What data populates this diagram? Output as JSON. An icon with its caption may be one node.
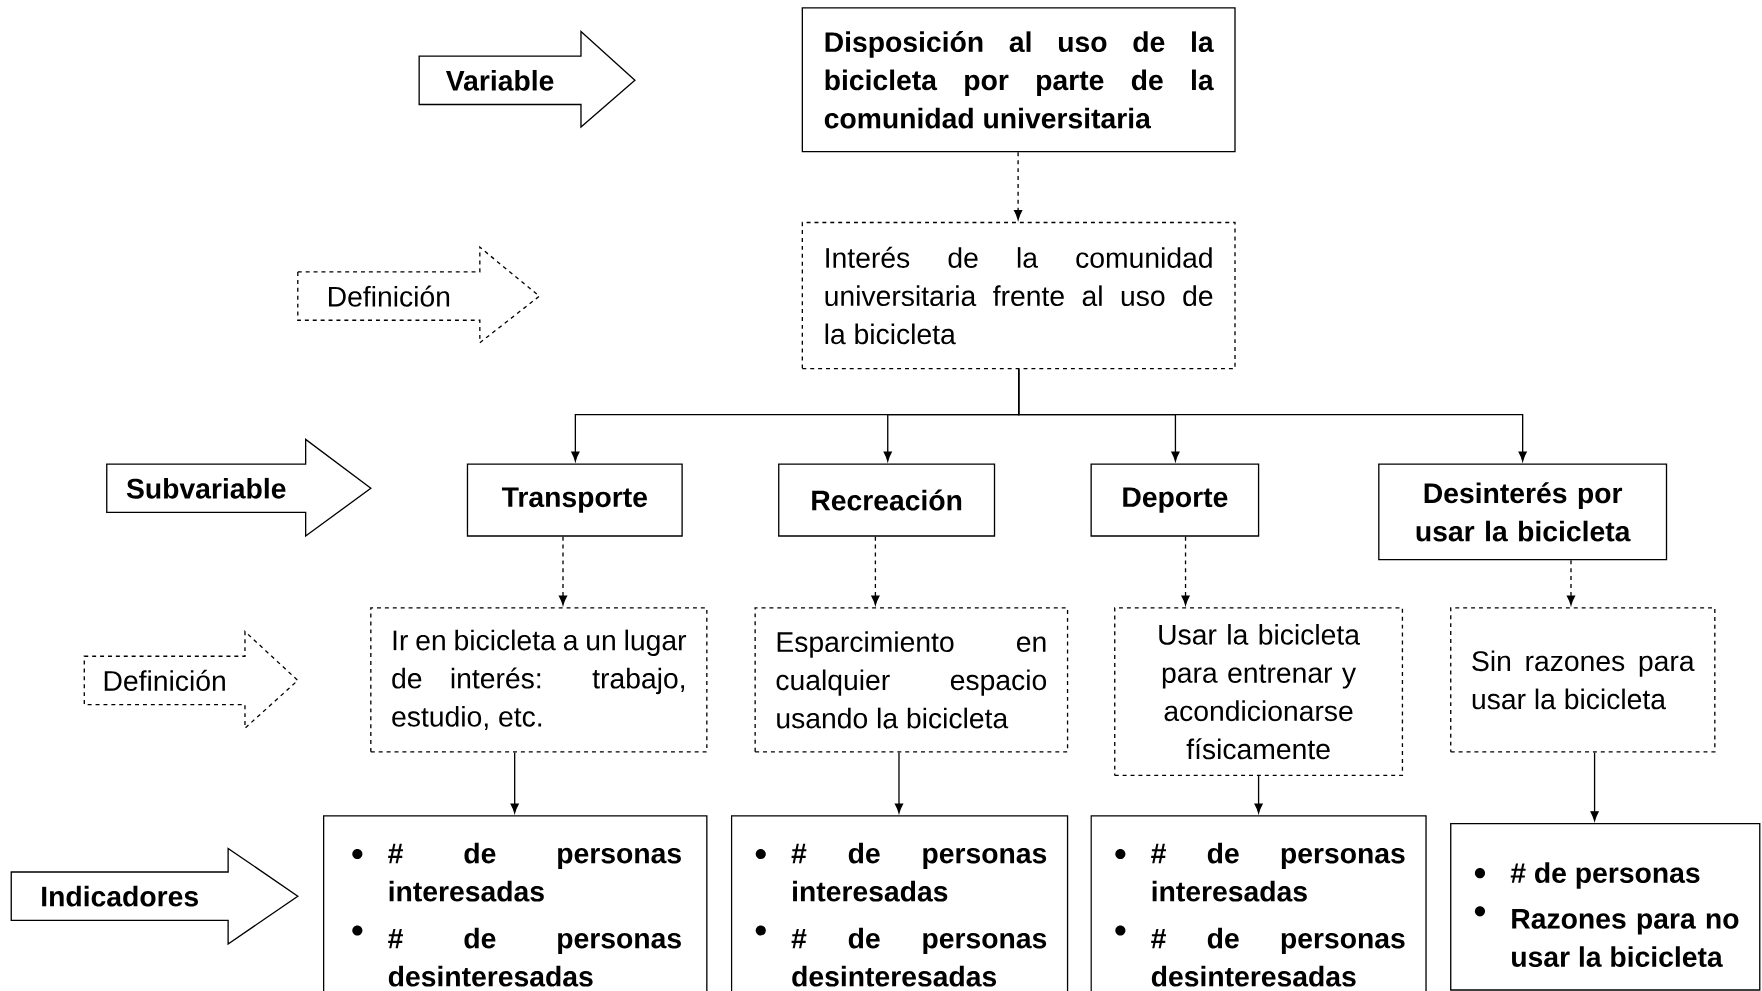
{
  "diagram": {
    "nodes": [
      {
        "text": [
          "Variable"
        ]
      },
      {
        "text": [
          "Definición"
        ]
      },
      {
        "text": [
          "Subvariable"
        ]
      },
      {
        "text": [
          "Definición"
        ]
      },
      {
        "text": [
          "Indicadores"
        ]
      },
      {
        "text": [
          "Disposición al uso de la bicicleta por parte de la comunidad universitaria"
        ]
      },
      {
        "text": [
          "Interés de la comunidad universitaria frente al uso de la bicicleta"
        ]
      },
      {
        "text": [
          "Transporte"
        ]
      },
      {
        "text": [
          "Recreación"
        ]
      },
      {
        "text": [
          "Deporte"
        ]
      },
      {
        "text": [
          "Desinterés por usar la bicicleta"
        ]
      },
      {
        "text": [
          "Ir en bicicleta a un lugar de interés: trabajo, estudio, etc."
        ]
      },
      {
        "text": [
          "Esparcimiento en cualquier espacio usando la bicicleta"
        ]
      },
      {
        "text": [
          "Usar la bicicleta para entrenar y acondicionarse físicamente"
        ]
      },
      {
        "text": [
          "Sin razones para usar la bicicleta"
        ]
      },
      {
        "text": [
          "# de personas interesadas",
          "# de personas desinteresadas"
        ]
      },
      {
        "text": [
          "# de personas interesadas",
          "# de personas desinteresadas"
        ]
      },
      {
        "text": [
          "# de personas interesadas",
          "# de personas desinteresadas"
        ]
      },
      {
        "text": [
          "# de personas",
          "Razones para no usar la bicicleta"
        ]
      }
    ],
    "edges": [
      {
        "from": 5,
        "to": 6,
        "arrow": "to",
        "style": "dashed"
      },
      {
        "from": 6,
        "to": 7,
        "arrow": "to"
      },
      {
        "from": 6,
        "to": 8,
        "arrow": "to"
      },
      {
        "from": 6,
        "to": 9,
        "arrow": "to"
      },
      {
        "from": 6,
        "to": 10,
        "arrow": "to"
      },
      {
        "from": 7,
        "to": 11,
        "arrow": "to",
        "style": "dashed"
      },
      {
        "from": 8,
        "to": 12,
        "arrow": "to",
        "style": "dashed"
      },
      {
        "from": 9,
        "to": 13,
        "arrow": "to",
        "style": "dashed"
      },
      {
        "from": 10,
        "to": 14,
        "arrow": "to",
        "style": "dashed"
      },
      {
        "from": 11,
        "to": 15,
        "arrow": "to"
      },
      {
        "from": 12,
        "to": 16,
        "arrow": "to"
      },
      {
        "from": 13,
        "to": 17,
        "arrow": "to"
      },
      {
        "from": 14,
        "to": 18,
        "arrow": "to"
      }
    ]
  }
}
